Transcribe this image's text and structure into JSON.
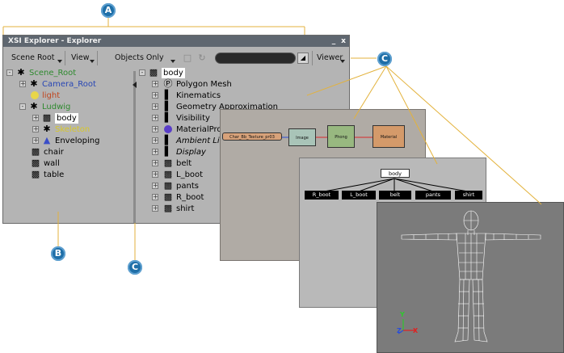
{
  "callouts": {
    "a": "A",
    "b": "B",
    "c": "C"
  },
  "window": {
    "title": "XSI Explorer - Explorer",
    "minimize_glyph": "_",
    "close_glyph": "x"
  },
  "toolbar": {
    "scope_label": "Scene Root",
    "view_label": "View",
    "filter_label": "Objects Only",
    "viewer_label": "Viewer",
    "filter_input_value": ""
  },
  "left_tree": [
    {
      "label": "Scene_Root",
      "color": "#2f8a2f",
      "icon": "scene-root-icon"
    },
    {
      "label": "Camera_Root",
      "color": "#2846b4",
      "icon": "camera-root-icon"
    },
    {
      "label": "light",
      "color": "#c0461e",
      "icon": "light-icon"
    },
    {
      "label": "Ludwig",
      "color": "#2f8a2f",
      "icon": "model-icon"
    },
    {
      "label": "body",
      "color": "#000000",
      "icon": "mesh-icon"
    },
    {
      "label": "Skeleton",
      "color": "#d8c828",
      "icon": "skeleton-icon"
    },
    {
      "label": "Enveloping",
      "color": "#000000",
      "icon": "enveloping-icon"
    },
    {
      "label": "chair",
      "color": "#000000",
      "icon": "mesh-icon"
    },
    {
      "label": "wall",
      "color": "#000000",
      "icon": "mesh-icon"
    },
    {
      "label": "table",
      "color": "#000000",
      "icon": "mesh-icon"
    }
  ],
  "right_tree": [
    {
      "label": "body",
      "italic": false
    },
    {
      "label": "Polygon Mesh",
      "italic": false
    },
    {
      "label": "Kinematics",
      "italic": false
    },
    {
      "label": "Geometry Approximation",
      "italic": false
    },
    {
      "label": "Visibility",
      "italic": false
    },
    {
      "label": "MaterialPro",
      "italic": false
    },
    {
      "label": "Ambient Lig",
      "italic": true
    },
    {
      "label": "Display",
      "italic": true
    },
    {
      "label": "belt",
      "italic": false
    },
    {
      "label": "L_boot",
      "italic": false
    },
    {
      "label": "pants",
      "italic": false
    },
    {
      "label": "R_boot",
      "italic": false
    },
    {
      "label": "shirt",
      "italic": false
    }
  ],
  "render_tree": {
    "nodes": [
      "Char_Bb_Texture_pr03",
      "Image",
      "Phong",
      "Material"
    ],
    "colors": [
      "#d8a27a",
      "#a9c4b8",
      "#98b880",
      "#d49a6a"
    ]
  },
  "hierarchy": {
    "root": "body",
    "children": [
      "R_boot",
      "L_boot",
      "belt",
      "pants",
      "shirt"
    ]
  },
  "axes": {
    "y": "Y",
    "z": "Z",
    "x": "X"
  }
}
